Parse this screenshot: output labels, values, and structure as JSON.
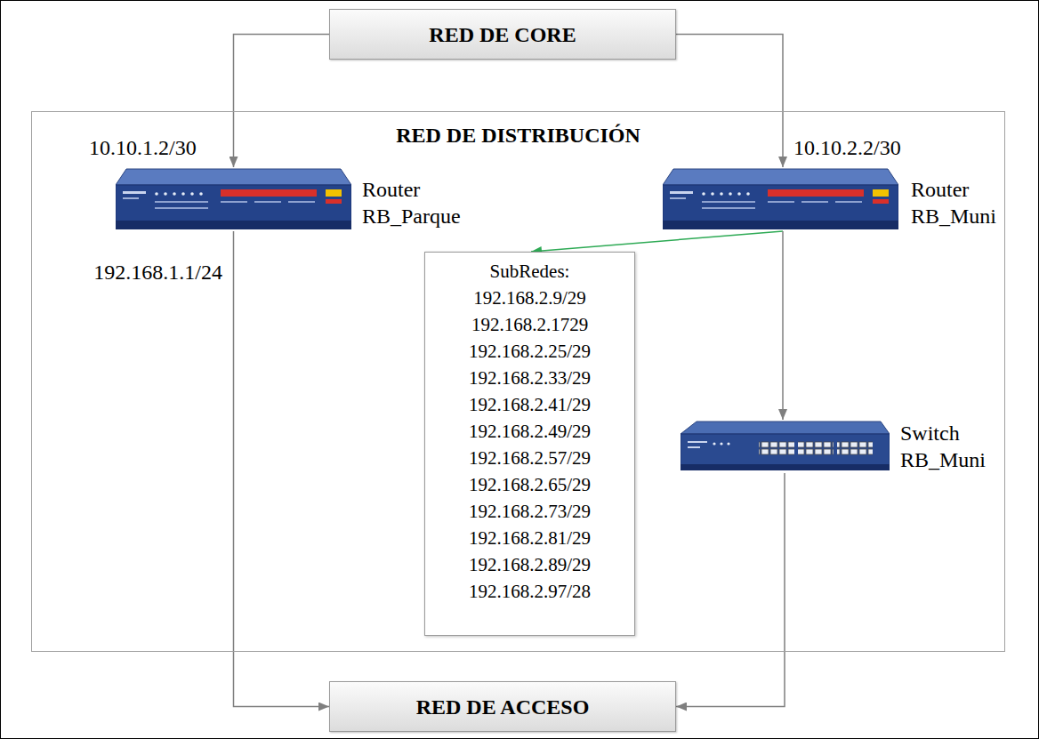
{
  "diagram": {
    "nodes": [
      {
        "text": [
          "RED DE CORE"
        ]
      },
      {
        "text": [
          "RED DE DISTRIBUCIÓN"
        ]
      },
      {
        "text": [
          "Router RB_Parque"
        ],
        "in": 1
      },
      {
        "text": [
          "Router RB_Muni"
        ],
        "in": 1
      },
      {
        "text": [
          "SubRedes:",
          "192.168.2.9/29 192.168.2.1729 192.168.2.25/29 192.168.2.33/29 192.168.2.41/29 192.168.2.49/29 192.168.2.57/29 192.168.2.65/29 192.168.2.73/29 192.168.2.81/29 192.168.2.89/29 192.168.2.97/28"
        ],
        "in": 1
      },
      {
        "text": [
          "Switch RB_Muni"
        ],
        "in": 1
      },
      {
        "text": [
          "RED DE ACCESO"
        ]
      }
    ],
    "edges": [
      {
        "from": 0,
        "to": 2,
        "arrow": "to"
      },
      {
        "from": 0,
        "to": 3,
        "arrow": "to"
      },
      {
        "from": 3,
        "to": 4,
        "arrow": "to"
      },
      {
        "from": 3,
        "to": 5,
        "arrow": "to"
      },
      {
        "from": 2,
        "to": 6,
        "arrow": "to"
      },
      {
        "from": 5,
        "to": 6,
        "arrow": "to"
      }
    ],
    "labels": [
      "10.10.1.2/30",
      "192.168.1.1/24",
      "10.10.2.2/30"
    ]
  }
}
